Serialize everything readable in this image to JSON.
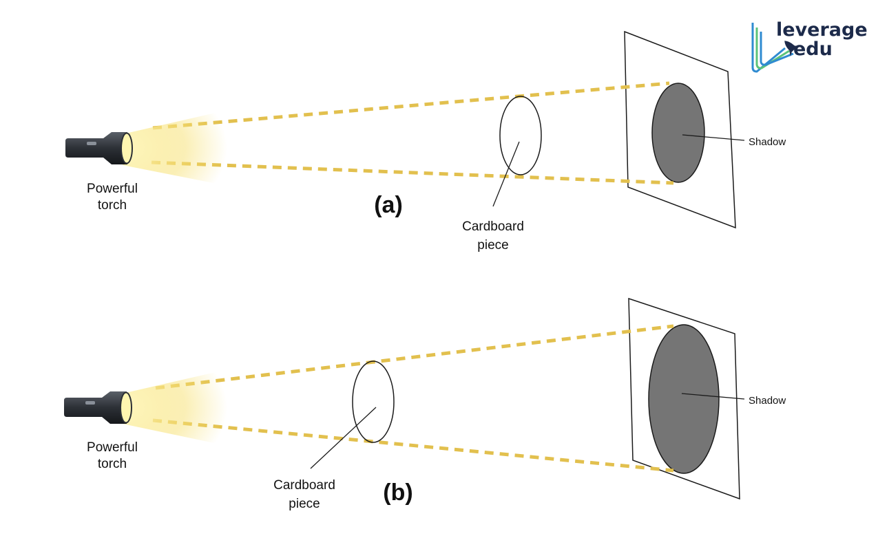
{
  "colors": {
    "ray": "#e2c04e",
    "shadow": "#757575",
    "outline": "#1a1a1a",
    "logo_text": "#1c2a4a",
    "logo_blue": "#2f8bd1",
    "logo_green": "#5cc37a"
  },
  "logo": {
    "line1": "leverage",
    "line2": "edu",
    "icon": "rocket-icon"
  },
  "panels": [
    {
      "id": "a",
      "tag": "(a)",
      "torch_label": [
        "Powerful",
        "torch"
      ],
      "object_label": [
        "Cardboard",
        "piece"
      ],
      "shadow_label": "Shadow",
      "torch_icon": "flashlight-icon"
    },
    {
      "id": "b",
      "tag": "(b)",
      "torch_label": [
        "Powerful",
        "torch"
      ],
      "object_label": [
        "Cardboard",
        "piece"
      ],
      "shadow_label": "Shadow",
      "torch_icon": "flashlight-icon"
    }
  ]
}
